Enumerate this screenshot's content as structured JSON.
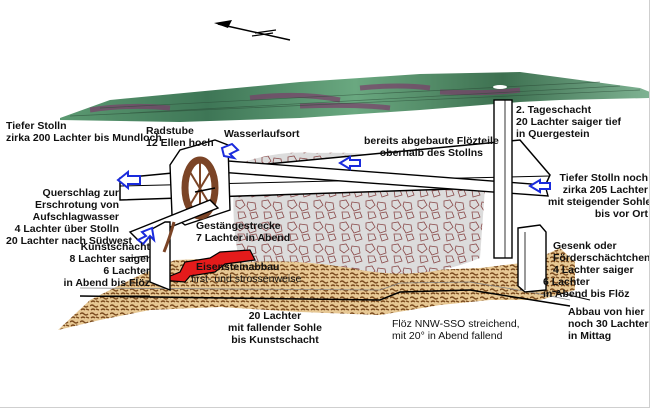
{
  "diagram": {
    "compass": {
      "icon": "north-arrow-icon",
      "meaning": "north arrow"
    },
    "surface": {
      "description": "terrain surface (green/purple)"
    },
    "colors": {
      "surface_green": "#4f8a66",
      "surface_purple": "#7a3c6a",
      "seam_fill": "#e7c894",
      "seam_pattern": "#7a4a1e",
      "old_workings_fill": "#d8d8d8",
      "old_workings_pattern": "#7a4040",
      "iron_mining": "#e41b1b",
      "water_arrow": "#1a2bdc",
      "wheel": "#7b4426"
    },
    "labels": {
      "tiefer_stolln": [
        "Tiefer Stolln",
        "zirka 200 Lachter bis Mundloch"
      ],
      "radstube": [
        "Radstube",
        "12 Ellen hoch"
      ],
      "wasserlaufsort": [
        "Wasserlaufsort"
      ],
      "abgebaute": [
        "bereits abgebaute Flözteile",
        "oberhalb des Stollns"
      ],
      "tageschacht": [
        "2. Tageschacht",
        "20 Lachter saiger tief",
        "in Quergestein"
      ],
      "querschlag": [
        "Querschlag zur",
        "Erschrotung von",
        "Aufschlagwasser",
        "4 Lachter über Stolln",
        "20 Lachter nach Südwest"
      ],
      "tiefer_stolln_noch": [
        "Tiefer Stolln noch",
        "zirka 205 Lachter",
        "mit steigender Sohle",
        "bis vor Ort"
      ],
      "gestaenge": [
        "Gestängestrecke",
        "7 Lachter in Abend"
      ],
      "kunstschacht": [
        "Kunstschacht",
        "8 Lachter saiger",
        "6 Lachter",
        "in Abend bis Flöz"
      ],
      "eisenstein": [
        "Eisensteinabbau"
      ],
      "eisenstein_sub": [
        "first- und strossenweise"
      ],
      "gesenk": [
        "Gesenk oder",
        "Förderschächtchen",
        "4 Lachter saiger"
      ],
      "gesenk_flz": [
        "6 Lachter",
        "in Abend bis Flöz"
      ],
      "zwanzig": [
        "20 Lachter",
        "mit fallender Sohle",
        "bis Kunstschacht"
      ],
      "floez": [
        "Flöz NNW-SSO streichend,",
        "mit 20° in Abend fallend"
      ],
      "abbau": [
        "Abbau von hier",
        "noch 30 Lachter",
        "in Mittag"
      ]
    }
  }
}
